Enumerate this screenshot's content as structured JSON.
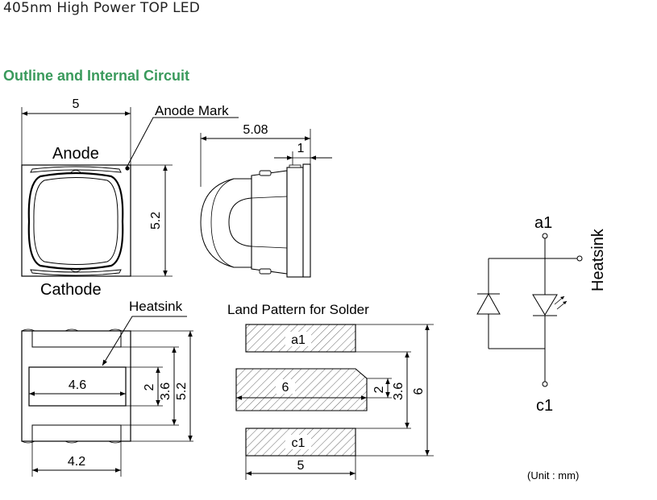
{
  "document": {
    "title": "405nm High Power TOP LED",
    "section_title": "Outline and Internal Circuit"
  },
  "top_view": {
    "width_dim": "5",
    "height_dim": "5.2",
    "anode_mark_label": "Anode Mark",
    "anode_label": "Anode",
    "cathode_label": "Cathode"
  },
  "side_view": {
    "length_dim": "5.08",
    "thickness_dim": "1"
  },
  "bottom_view": {
    "heatsink_label": "Heatsink",
    "pad_width_dim": "4.6",
    "pad_height_dim": "2",
    "inner_height_dim": "3.6",
    "outer_height_dim": "5.2",
    "base_width_dim": "4.2"
  },
  "land_pattern": {
    "title": "Land Pattern for Solder",
    "pad_a1": "a1",
    "pad_center": "6",
    "pad_c1": "c1",
    "dim_2": "2",
    "dim_36": "3.6",
    "dim_6": "6",
    "width_dim": "5"
  },
  "circuit": {
    "anode_terminal": "a1",
    "cathode_terminal": "c1",
    "heatsink_label": "Heatsink"
  },
  "unit_note": "(Unit : mm)"
}
